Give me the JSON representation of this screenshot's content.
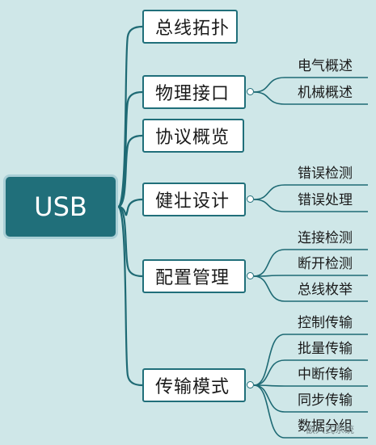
{
  "root": {
    "label": "USB"
  },
  "branches": [
    {
      "label": "总线拓扑",
      "children": []
    },
    {
      "label": "物理接口",
      "children": [
        "电气概述",
        "机械概述"
      ]
    },
    {
      "label": "协议概览",
      "children": []
    },
    {
      "label": "健壮设计",
      "children": [
        "错误检测",
        "错误处理"
      ]
    },
    {
      "label": "配置管理",
      "children": [
        "连接检测",
        "断开检测",
        "总线枚举"
      ]
    },
    {
      "label": "传输模式",
      "children": [
        "控制传输",
        "批量传输",
        "中断传输",
        "同步传输",
        "数据分组"
      ]
    }
  ],
  "watermark": "嵌入式系统",
  "colors": {
    "background": "#cfe7e8",
    "accent": "#206f7a",
    "root_border": "#a9cfd6"
  }
}
